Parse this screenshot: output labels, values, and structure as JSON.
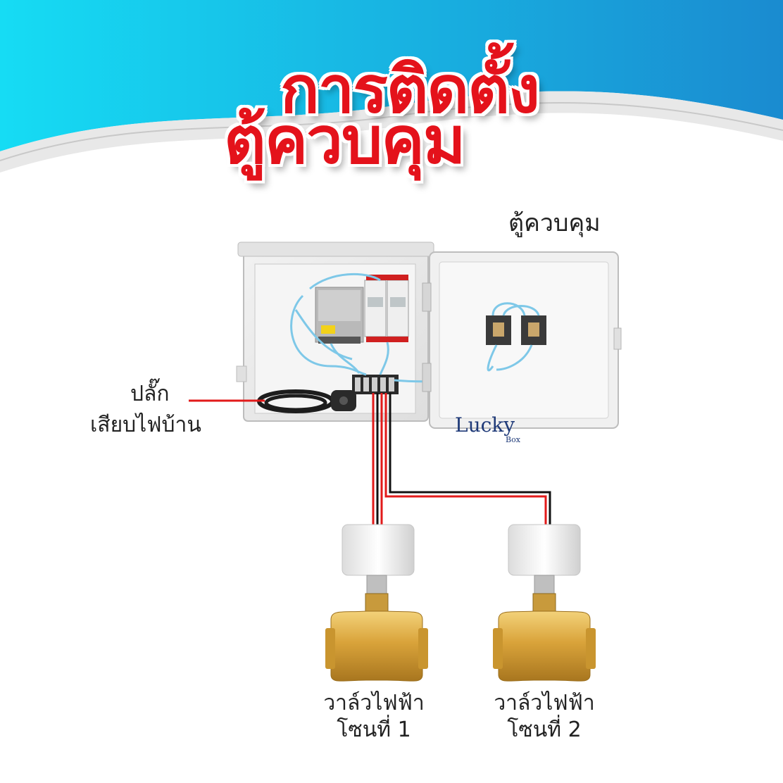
{
  "title": {
    "line1": "การติดตั้ง",
    "line2": "ตู้ควบคุม"
  },
  "labels": {
    "cabinet": "ตู้ควบคุม",
    "plug_line1": "ปลั๊ก",
    "plug_line2": "เสียบไฟบ้าน",
    "valve1_line1": "วาล์วไฟฟ้า",
    "valve1_line2": "โซนที่ 1",
    "valve2_line1": "วาล์วไฟฟ้า",
    "valve2_line2": "โซนที่ 2"
  },
  "brand": {
    "name": "Lucky",
    "sub": "Box"
  },
  "colors": {
    "title": "#e4121b",
    "banner_left": "#19d6f0",
    "banner_right": "#1a8fd3",
    "wire_red": "#e21a1a",
    "wire_black": "#111111",
    "cable_blue": "#7ec8e8",
    "brass": "#d9a33a",
    "brand": "#1f3a78"
  }
}
